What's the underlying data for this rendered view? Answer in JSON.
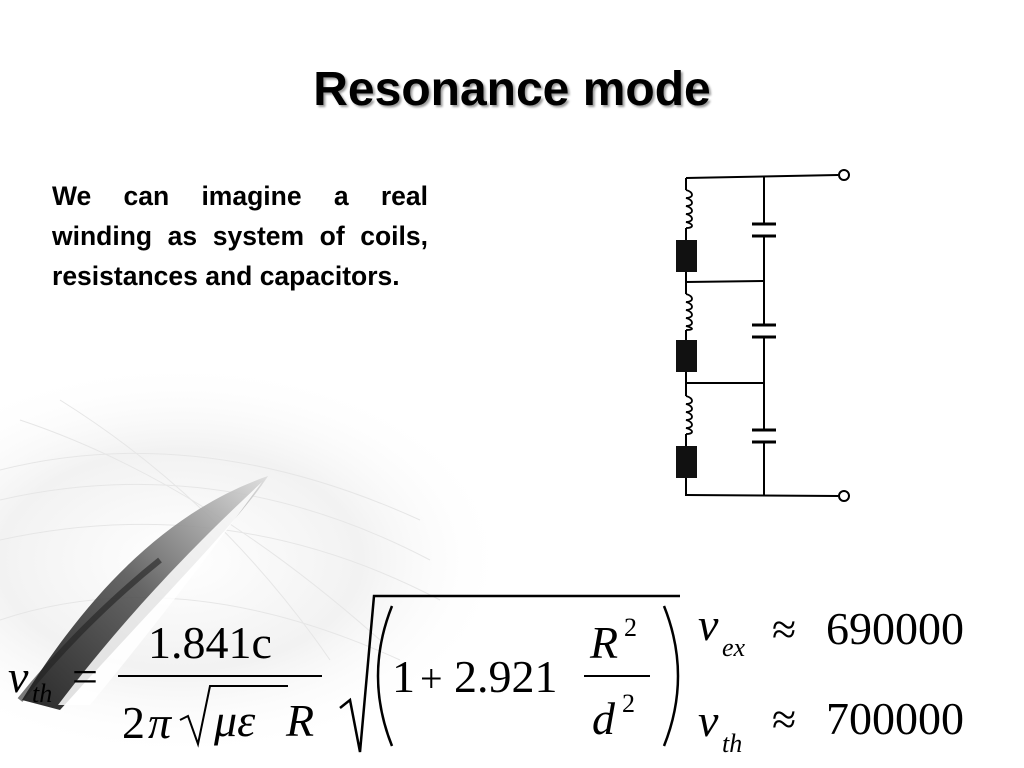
{
  "slide": {
    "title": "Resonance mode",
    "body": "We can imagine a real winding as system of coils, resistances and capacitors."
  },
  "formula": {
    "v": "v",
    "th": "th",
    "equals": "=",
    "numerator": "1.841c",
    "two": "2",
    "pi": "π",
    "mu_epsilon": "με",
    "R": "R",
    "one": "1",
    "plus": "+",
    "coef": "2.921",
    "R_frac": "R",
    "sup2": "2",
    "d": "d",
    "sup2_b": "2"
  },
  "results": {
    "ex_label": "ex",
    "ex_value": "690000",
    "th_label": "th",
    "th_value": "700000",
    "approx": "≈"
  }
}
